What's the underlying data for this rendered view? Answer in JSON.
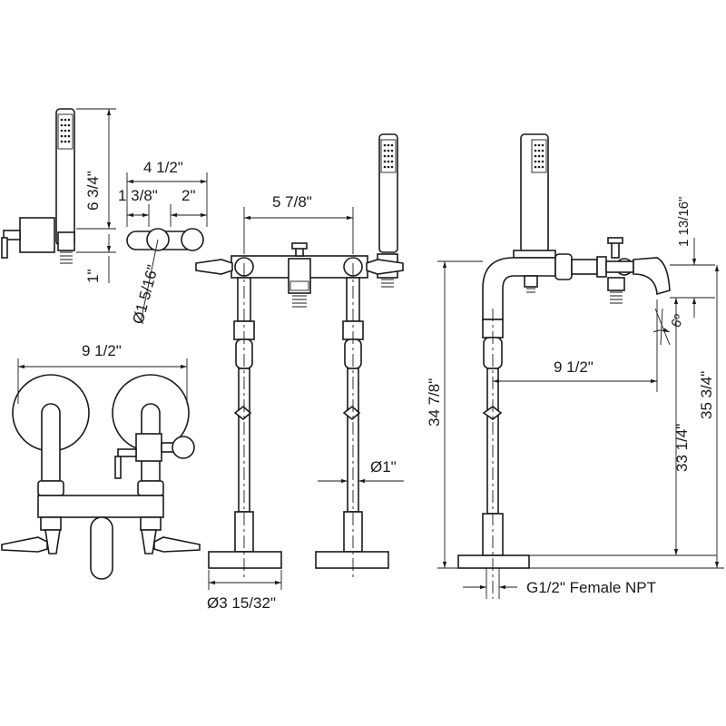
{
  "dimensions": {
    "handshower_height": "6 3/4\"",
    "spread_overall": "4 1/2\"",
    "spread_left": "1 3/8\"",
    "spread_right": "2\"",
    "side_one_inch": "1\"",
    "hole_diameter": "Ø1 5/16\"",
    "valve_width": "9 1/2\"",
    "center_spread": "5 7/8\"",
    "riser_diameter": "Ø1\"",
    "base_diameter": "Ø3 15/32\"",
    "overall_height_left": "34 7/8\"",
    "spout_reach": "9 1/2\"",
    "spout_clearance": "1 13/16\"",
    "spout_angle": "6º",
    "spout_height": "33 1/4\"",
    "overall_height_right": "35 3/4\"",
    "inlet_connection": "G1/2\" Female NPT"
  }
}
